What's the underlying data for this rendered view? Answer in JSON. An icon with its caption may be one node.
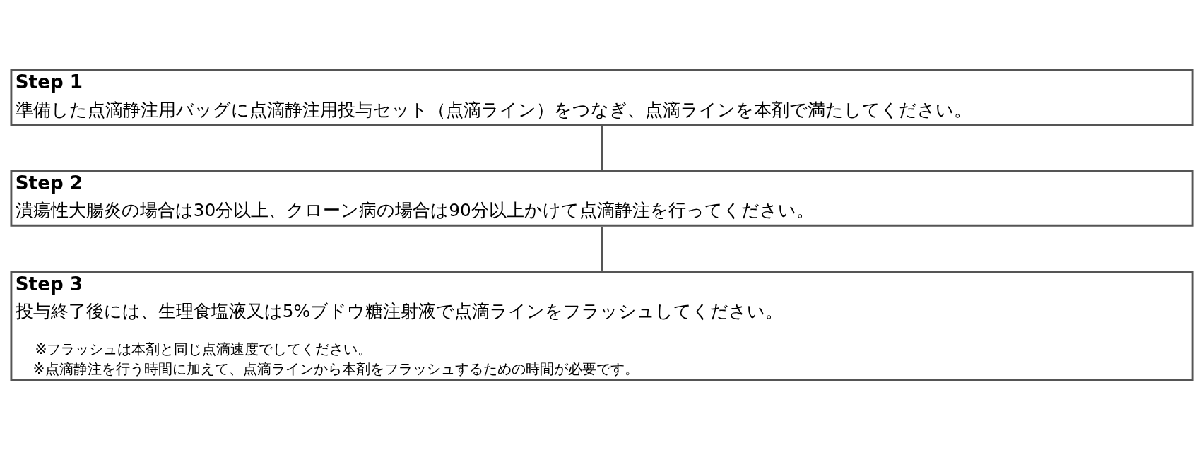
{
  "diagram": {
    "nodes": [
      {
        "text": [
          "Step 1",
          "準備した点滴静注用バッグに点滴静注用投与セット（点滴ライン）をつなぎ、点滴ラインを本剤で満たしてください。"
        ]
      },
      {
        "text": [
          "Step 2",
          "潰瘍性大腸炎の場合は30分以上、クローン病の場合は90分以上かけて点滴静注を行ってください。"
        ]
      },
      {
        "text": [
          "Step 3",
          "投与終了後には、生理食塩液又は5%ブドウ糖注射液で点滴ラインをフラッシュしてください。",
          "※フラッシュは本剤と同じ点滴速度でしてください。",
          "※点滴静注を行う時間に加えて、点滴ラインから本剤をフラッシュするための時間が必要です。"
        ]
      }
    ],
    "edges": [
      {
        "from": 0,
        "to": 1,
        "arrow": "none"
      },
      {
        "from": 1,
        "to": 2,
        "arrow": "none"
      }
    ]
  }
}
